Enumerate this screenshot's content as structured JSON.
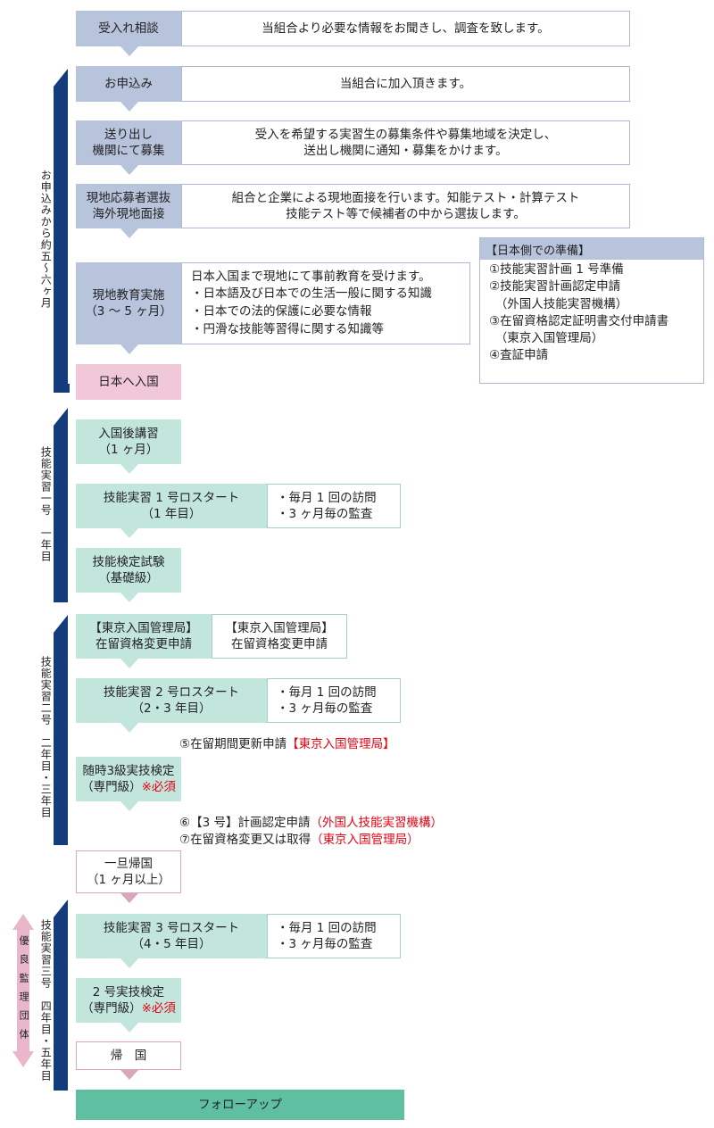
{
  "steps": {
    "s1": {
      "label": "受入れ相談",
      "desc": "当組合より必要な情報をお聞きし、調査を致します。"
    },
    "s2": {
      "label": "お申込み",
      "desc": "当組合に加入頂きます。"
    },
    "s3": {
      "label": "送り出し\n機関にて募集",
      "desc": "受入を希望する実習生の募集条件や募集地域を決定し、\n送出し機関に通知・募集をかけます。"
    },
    "s4": {
      "label": "現地応募者選抜\n海外現地面接",
      "desc": "組合と企業による現地面接を行います。知能テスト・計算テスト\n技能テスト等で候補者の中から選抜します。"
    },
    "s5": {
      "label": "現地教育実施\n（3 ～ 5 ヶ月）",
      "desc": "日本入国まで現地にて事前教育を受けます。\n・日本語及び日本での生活一般に関する知識\n・日本での法的保護に必要な情報\n・円滑な技能等習得に関する知識等"
    },
    "s6": {
      "label": "日本へ入国"
    },
    "s7": {
      "label": "入国後講習\n（1 ヶ月）"
    },
    "s8": {
      "label": "技能実習 1 号ロスタート\n（1 年目）",
      "desc": "・毎月 1 回の訪問\n・3 ヶ月毎の監査"
    },
    "s9": {
      "label": "技能検定試験\n（基礎級）"
    },
    "s10": {
      "label": "【東京入国管理局】\n在留資格変更申請",
      "desc": "【東京入国管理局】\n在留資格変更申請"
    },
    "s11": {
      "label": "技能実習 2 号ロスタート\n（2・3 年目）",
      "desc": "・毎月 1 回の訪問\n・3 ヶ月毎の監査"
    },
    "s12": {
      "label1": "随時3級実技検定",
      "label2": "（専門級）",
      "must": "※必須"
    },
    "s13": {
      "label": "一旦帰国\n（1 ヶ月以上）"
    },
    "s14": {
      "label": "技能実習 3 号ロスタート\n（4・5 年目）",
      "desc": "・毎月 1 回の訪問\n・3 ヶ月毎の監査"
    },
    "s15": {
      "label1": "2 号実技検定",
      "label2": "（専門級）",
      "must": "※必須"
    },
    "s16": {
      "label": "帰　国"
    },
    "s17": {
      "label": "フォローアップ"
    }
  },
  "notes": {
    "n5a": "⑤在留期間更新申請",
    "n5b": "【東京入国管理局】",
    "n6a": "⑥【3 号】計画認定申請",
    "n6b": "（外国人技能実習機構）",
    "n7a": "⑦在留資格変更又は取得",
    "n7b": "（東京入国管理局）"
  },
  "japan_prep": {
    "header": "【日本側での準備】",
    "items": "①技能実習計画 1 号準備\n②技能実習計画認定申請\n　（外国人技能実習機構）\n③在留資格認定証明書交付申請書\n　（東京入国管理局）\n④査証申請"
  },
  "side_labels": {
    "p1": "お申込みから約五～六ヶ月",
    "p2": "技能実習一号　一年目",
    "p3": "技能実習二号　二年目・三年目",
    "p4": "技能実習三号　四年目・五年目",
    "good": "優良監理団体"
  },
  "colors": {
    "navy": "#143c7c",
    "blue_label": "#b8c3dc",
    "green_label": "#c3e6dc",
    "pink_label": "#f1c8d8",
    "follow": "#5ebfa1",
    "red": "#e60012"
  }
}
